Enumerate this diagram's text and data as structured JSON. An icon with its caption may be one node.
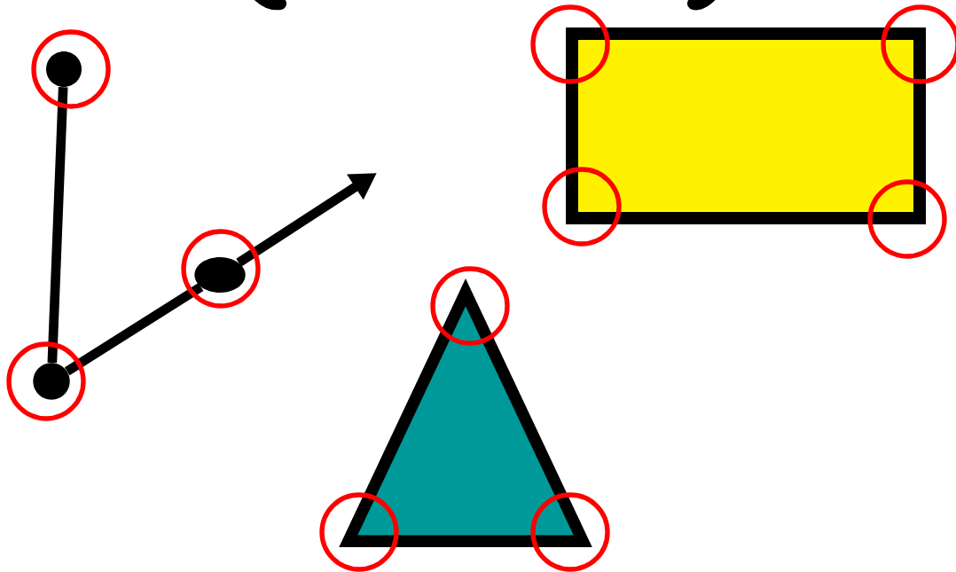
{
  "diagram": {
    "nodes": [
      {
        "text": [],
        "shape": "circle"
      },
      {
        "text": [],
        "shape": "circle"
      },
      {
        "text": [],
        "shape": "circle"
      },
      {
        "text": [],
        "shape": "box"
      },
      {
        "text": [],
        "shape": "triangle"
      }
    ],
    "edges": [
      {
        "from": 0,
        "to": 1,
        "arrow": "none"
      },
      {
        "from": 1,
        "to": 2,
        "arrow": "none"
      },
      {
        "from": 2,
        "to": null,
        "arrow": "to"
      }
    ]
  }
}
